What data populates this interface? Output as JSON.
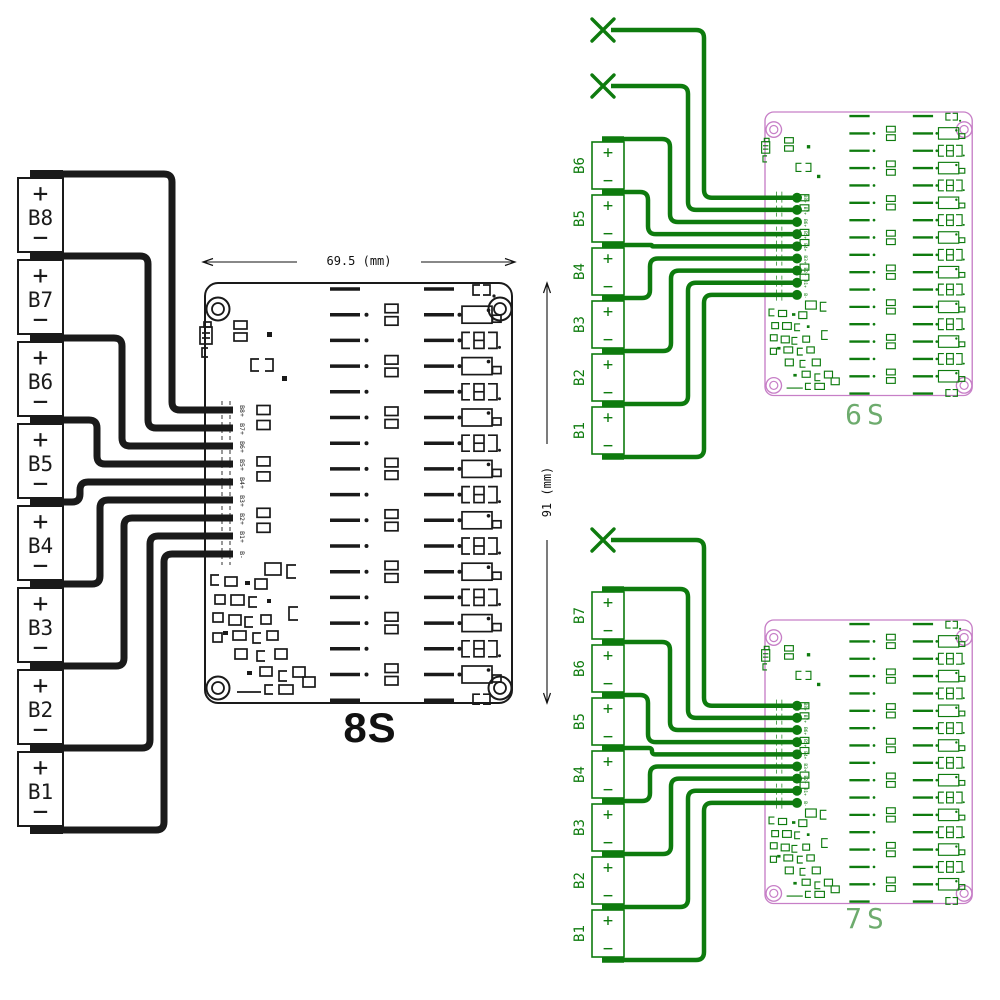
{
  "colors": {
    "wire_black": "#1a1a1a",
    "wire_green": "#0e7b0e",
    "board_pink": "#c77fc7",
    "label_green": "#6dab6d",
    "text_black": "#111111",
    "background": "#ffffff"
  },
  "pad_labels": [
    "B8+",
    "B7+",
    "B6+",
    "B5+",
    "B4+",
    "B3+",
    "B2+",
    "B1+",
    "B-"
  ],
  "diagrams": [
    {
      "id": "8S",
      "label": "8S",
      "cells": 8,
      "battery_labels": [
        "B8",
        "B7",
        "B6",
        "B5",
        "B4",
        "B3",
        "B2",
        "B1"
      ],
      "plus": "+",
      "minus": "−",
      "crossed_wires": 0,
      "dim_width": "69.5 (mm)",
      "dim_height": "91 (mm)"
    },
    {
      "id": "6S",
      "label": "6S",
      "cells": 6,
      "battery_labels": [
        "B6",
        "B5",
        "B4",
        "B3",
        "B2",
        "B1"
      ],
      "plus": "+",
      "minus": "−",
      "crossed_wires": 2
    },
    {
      "id": "7S",
      "label": "7S",
      "cells": 7,
      "battery_labels": [
        "B7",
        "B6",
        "B5",
        "B4",
        "B3",
        "B2",
        "B1"
      ],
      "plus": "+",
      "minus": "−",
      "crossed_wires": 1
    }
  ]
}
